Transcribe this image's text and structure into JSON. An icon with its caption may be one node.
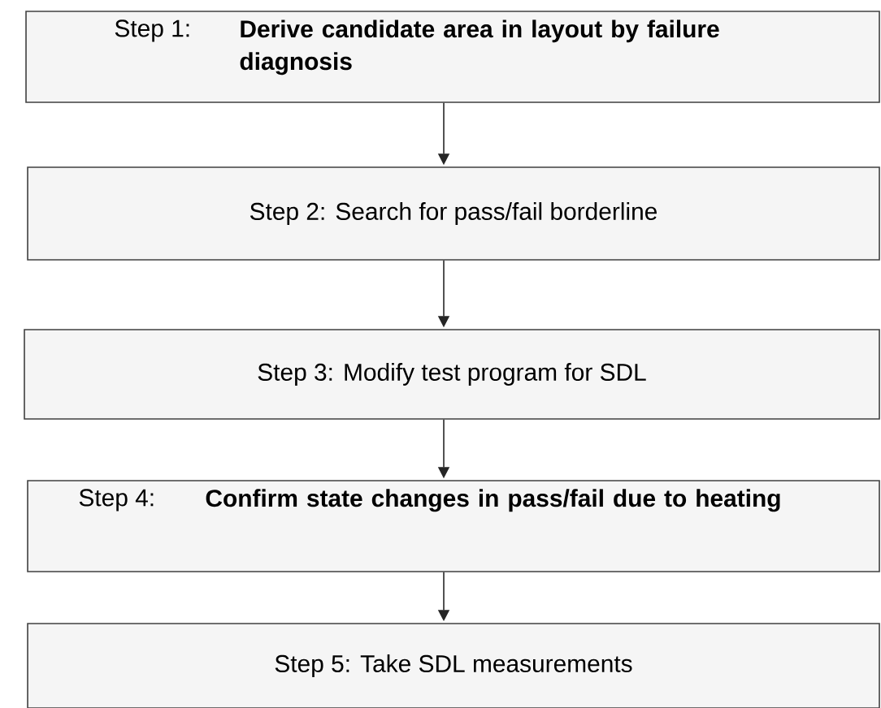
{
  "diagram": {
    "nodes": [
      {
        "text": [
          "Step 1:",
          "Derive candidate area in layout by failure diagnosis"
        ]
      },
      {
        "text": [
          "Step 2: Search for pass/fail borderline"
        ]
      },
      {
        "text": [
          "Step 3: Modify test program for SDL"
        ]
      },
      {
        "text": [
          "Step 4:",
          "Confirm state changes in pass/fail due to heating"
        ]
      },
      {
        "text": [
          "Step 5: Take SDL measurements"
        ]
      }
    ],
    "edges": [
      {
        "from": 0,
        "to": 1,
        "arrow": "to"
      },
      {
        "from": 1,
        "to": 2,
        "arrow": "to"
      },
      {
        "from": 2,
        "to": 3,
        "arrow": "to"
      },
      {
        "from": 3,
        "to": 4,
        "arrow": "to"
      }
    ]
  }
}
